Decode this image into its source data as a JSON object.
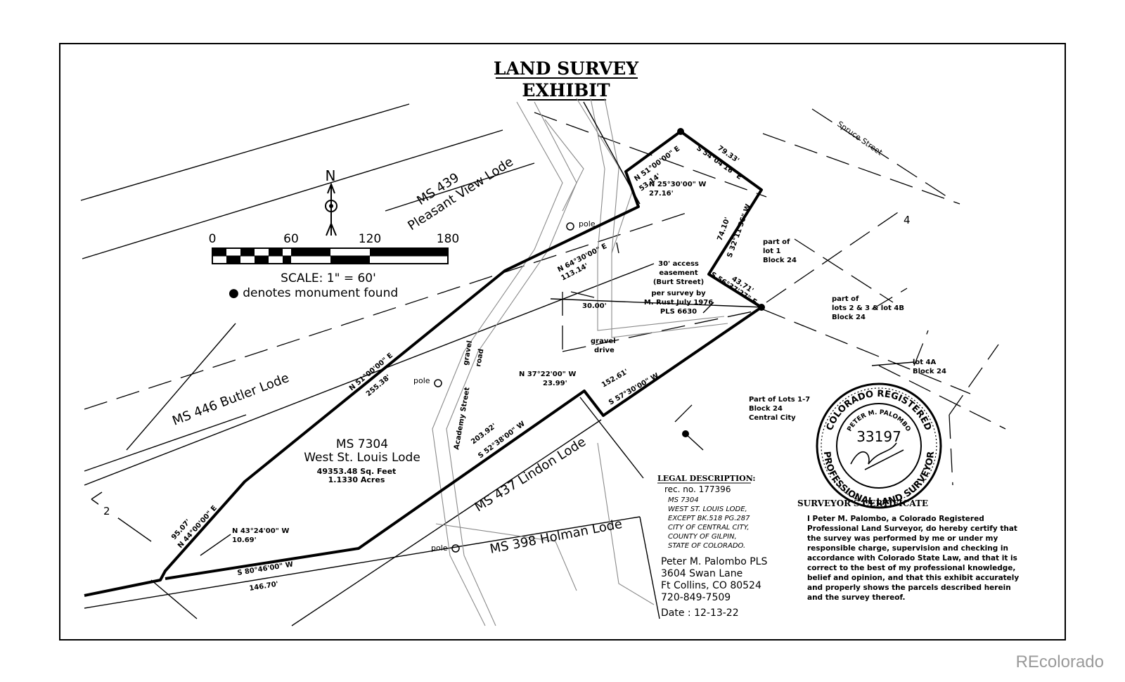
{
  "title": {
    "line1": "LAND SURVEY",
    "line2": "EXHIBIT"
  },
  "north": {
    "letter": "N"
  },
  "scale_bar": {
    "ticks": [
      "0",
      "60",
      "120",
      "180"
    ],
    "scale_text": "SCALE: 1\" = 60'",
    "monument_note": "● denotes monument found"
  },
  "lodes": {
    "pleasant_view_ms": "MS 439",
    "pleasant_view": "Pleasant View Lode",
    "butler": "MS 446 Butler Lode",
    "lindon": "MS 437 Lindon Lode",
    "holman": "MS 398 Holman Lode"
  },
  "parcel": {
    "ms": "MS 7304",
    "name": "West St. Louis Lode",
    "sqft": "49353.48 Sq. Feet",
    "acres": "1.1330 Acres"
  },
  "courses": {
    "c1_bearing": "N 51°00'00\" E",
    "c1_dist": "53.14'",
    "c2_bearing": "S 54°04'16\" E",
    "c2_dist": "79.33'",
    "c3_bearing": "N 25°30'00\" W",
    "c3_dist": "27.16'",
    "c4_bearing": "N 64°30'00\" E",
    "c4_dist": "113.14'",
    "c5_bearing": "S 32°11'56\" W",
    "c5_dist": "74.10'",
    "c6_bearing": "S 56°37'27\" E",
    "c6_dist": "43.71'",
    "c7_bearing": "N 51°00'00\" E",
    "c7_dist": "255.38'",
    "c8_bearing": "N 37°22'00\" W",
    "c8_dist": "23.99'",
    "c9_bearing": "S 57°30'00\" W",
    "c9_dist": "152.61'",
    "c10_bearing": "S 52°38'00\" W",
    "c10_dist": "203.92'",
    "c11_bearing": "N 44°00'00\" E",
    "c11_dist": "95.07'",
    "c12_bearing": "N 43°24'00\" W",
    "c12_dist": "10.69'",
    "c13_bearing": "S 80°46'00\" W",
    "c13_dist": "146.70'"
  },
  "map_labels": {
    "spruce": "Spruce Street",
    "lot4": "4",
    "lot2": "2",
    "lot1": [
      "part of",
      "lot 1",
      "Block 24"
    ],
    "lots23": [
      "part of",
      "lots 2 & 3 & lot 4B",
      "Block 24"
    ],
    "lot4a": [
      "lot 4A",
      "Block 24"
    ],
    "lots17": [
      "Part of Lots 1-7",
      "Block 24",
      "Central City"
    ],
    "easement": [
      "30' access",
      "easement",
      "(Burt Street)",
      "per survey by",
      "M. Rust July 1976",
      "PLS 6630"
    ],
    "width": "30.00'",
    "drive": [
      "gravel",
      "drive"
    ],
    "road": [
      "gravel",
      "road"
    ],
    "academy": "Academy Street",
    "pole": "pole"
  },
  "legal": {
    "heading": "LEGAL DESCRIPTION:",
    "rec": "rec. no. 177396",
    "lines": [
      "MS 7304",
      "WEST ST. LOUIS LODE,",
      "EXCEPT BK.518 PG.287",
      "CITY OF CENTRAL CITY,",
      "COUNTY OF GILPIN,",
      "STATE OF COLORADO."
    ]
  },
  "surveyor": {
    "name": "Peter M. Palombo PLS",
    "street": "3604 Swan Lane",
    "city": "Ft Collins, CO 80524",
    "phone": "720-849-7509",
    "date": "Date :  12-13-22"
  },
  "seal": {
    "top": "COLORADO REGISTERED",
    "bottom": "PROFESSIONAL LAND SURVEYOR",
    "inner": "PETER M. PALOMBO",
    "number": "33197"
  },
  "certificate": {
    "heading": "SURVEYOR'S CERTIFICATE",
    "lines": [
      "I Peter M. Palombo, a Colorado Registered",
      "Professional Land Surveyor, do hereby certify that",
      "the survey was performed by me or under my",
      "responsible charge, supervision and checking in",
      "accordance with Colorado State Law, and that it is",
      "correct to the best of my professional knowledge,",
      "belief and opinion, and that this exhibit accurately",
      "and properly shows the parcels described herein",
      "and the survey thereof."
    ]
  },
  "watermark": "REcolorado"
}
